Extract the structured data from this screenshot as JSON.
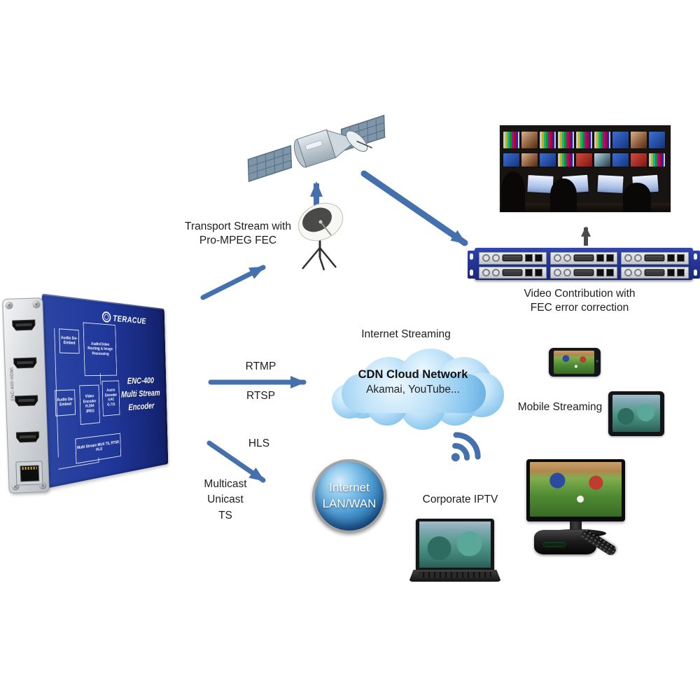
{
  "encoder": {
    "brand": "TERACUE",
    "model_line1": "ENC-400",
    "model_line2": "Multi Stream",
    "model_line3": "Encoder",
    "panel_label": "ENC-400-HDMI",
    "blocks": {
      "audio_deembed_top": "Audio De-Embed",
      "av_routing": "Audio/Video Routing & Image Processing",
      "audio_deembed_bottom": "Audio De-Embed",
      "video_encoder": "Video Encoder H.264 JPEG",
      "audio_encoder": "Audio Encoder AAC G.711",
      "mux": "Multi Stream MUX TS, RTSP, HLS"
    }
  },
  "satellite_path": {
    "label_line1": "Transport Stream with",
    "label_line2": "Pro-MPEG FEC"
  },
  "contribution": {
    "label_line1": "Video Contribution with",
    "label_line2": "FEC error correction"
  },
  "streaming": {
    "heading": "Internet Streaming",
    "cloud_title": "CDN Cloud Network",
    "cloud_subtitle": "Akamai, YouTube...",
    "rtmp": "RTMP",
    "rtsp": "RTSP"
  },
  "lan": {
    "hls": "HLS",
    "multicast": "Multicast",
    "unicast": "Unicast",
    "ts": "TS",
    "globe_line1": "Internet",
    "globe_line2": "LAN/WAN",
    "corporate_iptv": "Corporate IPTV"
  },
  "mobile": {
    "label": "Mobile Streaming"
  },
  "colors": {
    "arrow_blue": "#4470ad",
    "arrow_gray": "#4a4a4a",
    "encoder_blue": "#20389a",
    "rack_blue": "#25359b",
    "cloud_blue": "#8cc8ef",
    "globe_blue": "#20639e"
  }
}
